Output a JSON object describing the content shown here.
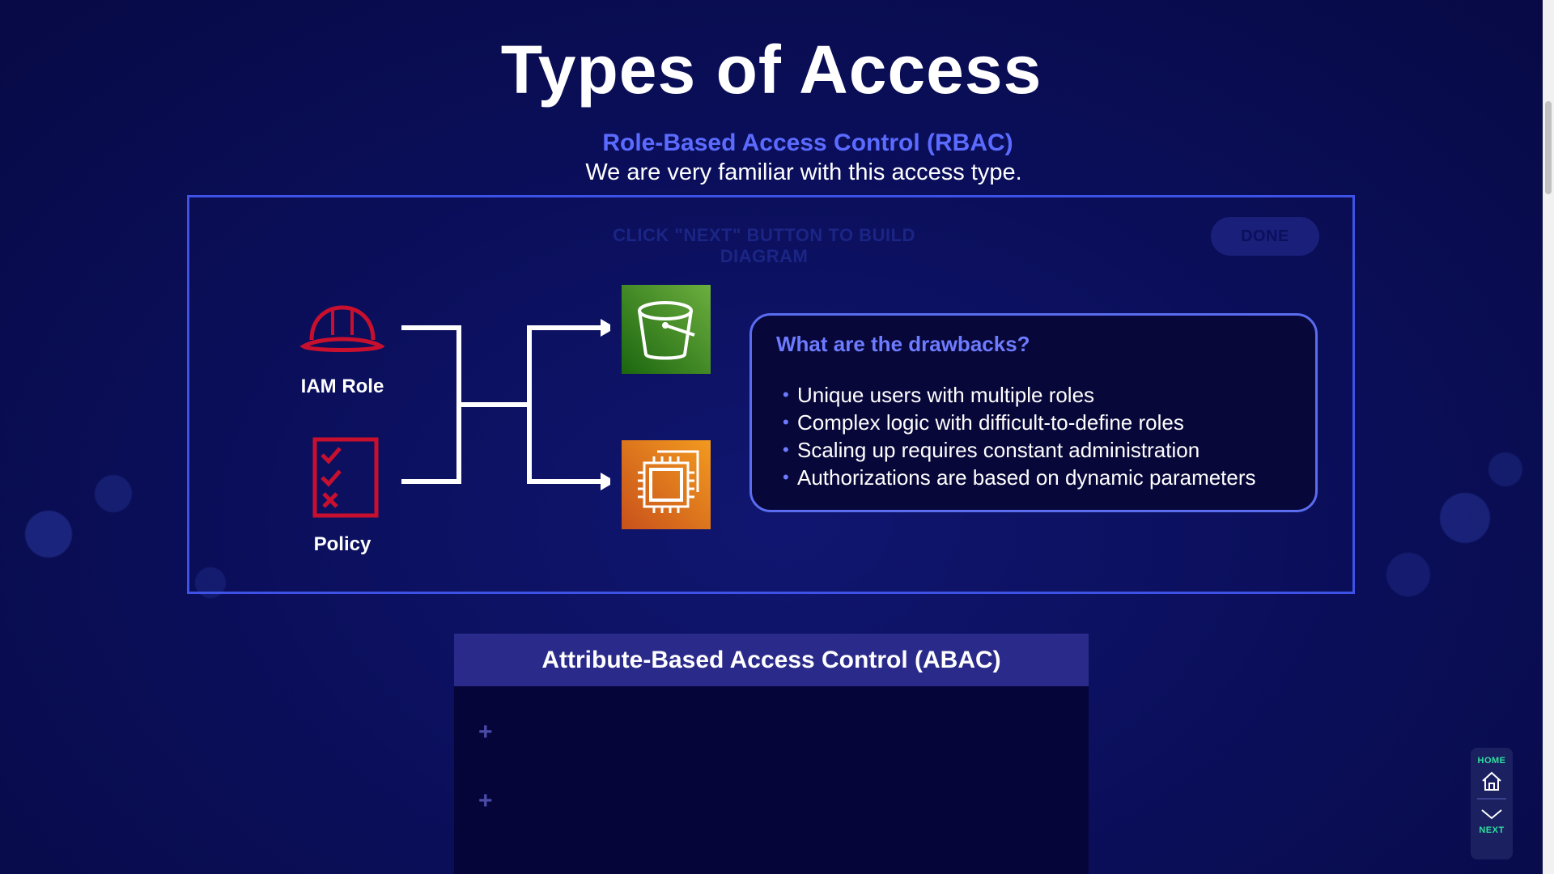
{
  "page": {
    "title": "Types of Access",
    "section_title": "Role-Based Access Control (RBAC)",
    "section_subtitle": "We are very familiar with this access type."
  },
  "rbac_panel": {
    "instruction": "CLICK \"NEXT\" BUTTON TO BUILD DIAGRAM",
    "done_label": "DONE",
    "diagram": {
      "nodes": [
        {
          "label": "IAM Role",
          "icon": "hard-hat-icon"
        },
        {
          "label": "Policy",
          "icon": "checklist-icon"
        }
      ],
      "targets": [
        {
          "icon": "bucket-icon",
          "color": "#3f8624"
        },
        {
          "icon": "chip-icon",
          "color": "#e8711a"
        }
      ]
    },
    "drawbacks": {
      "title": "What are the drawbacks?",
      "items": [
        "Unique users with multiple roles",
        "Complex logic with difficult-to-define roles",
        "Scaling up requires constant administration",
        "Authorizations are based on dynamic parameters"
      ]
    }
  },
  "abac": {
    "title": "Attribute-Based Access Control (ABAC)",
    "plus_symbol": "+"
  },
  "nav": {
    "home_label": "HOME",
    "next_label": "NEXT"
  },
  "colors": {
    "accent": "#5b6bff",
    "nav_text": "#2fe0a0",
    "role_red": "#c8102e"
  }
}
